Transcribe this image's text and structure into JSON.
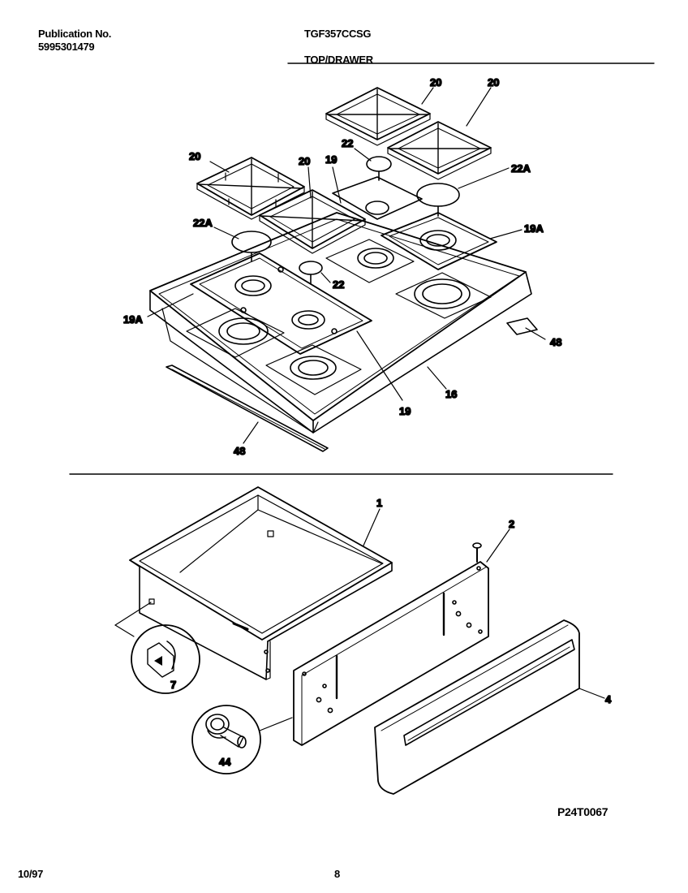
{
  "header": {
    "publication_label": "Publication No.",
    "publication_number": "5995301479",
    "model": "TGF357CCSG",
    "section": "TOP/DRAWER"
  },
  "footer": {
    "date": "10/97",
    "page": "8",
    "drawing_id": "P24T0067"
  },
  "callouts": {
    "grate": "20",
    "burner_cap_small": "22",
    "burner_cap_large": "22A",
    "drip_pan": "19",
    "drip_pan_large": "19A",
    "cooktop": "16",
    "trim_strip": "48",
    "drawer_body": "1",
    "drawer_front_panel": "2",
    "drawer_handle": "4",
    "drawer_stop": "7",
    "drawer_roller": "44"
  }
}
